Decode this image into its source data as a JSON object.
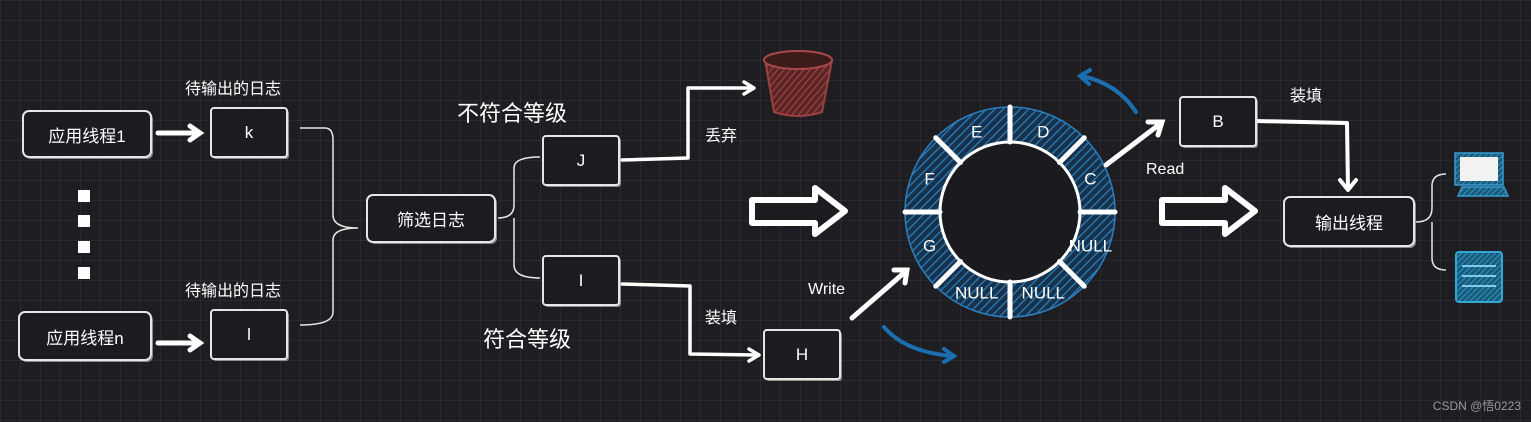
{
  "nodes": {
    "app_thread_1": "应用线程1",
    "app_thread_n": "应用线程n",
    "log_k": "k",
    "log_l": "l",
    "filter": "筛选日志",
    "j": "J",
    "i": "I",
    "h": "H",
    "b": "B",
    "output_thread": "输出线程"
  },
  "labels": {
    "pending_log_top": "待输出的日志",
    "pending_log_bottom": "待输出的日志",
    "not_match": "不符合等级",
    "match": "符合等级",
    "discard": "丢弃",
    "fill_lower": "装填",
    "fill_upper": "装填",
    "write": "Write",
    "read": "Read"
  },
  "ring": {
    "segments": [
      "E",
      "D",
      "C",
      "NULL",
      "NULL",
      "NULL",
      "G",
      "F"
    ]
  },
  "colors": {
    "ring_hatch": "#1f6fa8",
    "trash": "#8b3a3a",
    "file_icon": "#2a8fbf",
    "stroke": "#e6e6e6"
  },
  "icons": [
    "trash-bin-icon",
    "monitor-icon",
    "file-icon"
  ],
  "watermark": "CSDN @悟0223"
}
